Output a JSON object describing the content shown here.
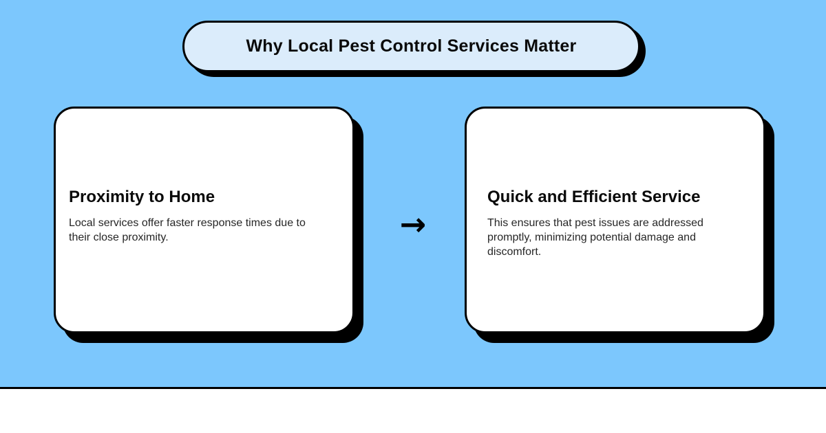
{
  "colors": {
    "background": "#7cc7fd",
    "pill_fill": "#dbecfb",
    "card_fill": "#ffffff",
    "outline": "#000000",
    "shadow": "#000000",
    "heading_text": "#0a0a0a",
    "body_text": "#262626",
    "footer_background": "#ffffff"
  },
  "header": {
    "title": "Why Local Pest Control Services Matter"
  },
  "cards": [
    {
      "title": "Proximity to Home",
      "body": "Local services offer faster response times due to their close proximity."
    },
    {
      "title": "Quick and Efficient Service",
      "body": "This ensures that pest issues are addressed promptly, minimizing potential damage and discomfort."
    }
  ],
  "connector": {
    "icon": "right-arrow-icon",
    "glyph": "→"
  }
}
